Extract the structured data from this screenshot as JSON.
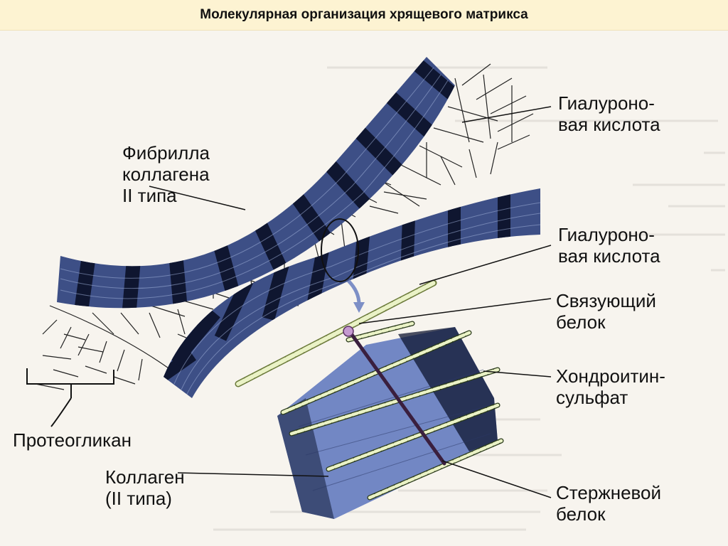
{
  "title": "Молекулярная организация хрящевого матрикса",
  "colors": {
    "fibril_fill": "#3d4f86",
    "fibril_band": "#0f1630",
    "chondroitin_beads": "#eaf2c6",
    "link_protein": "#c59ad0",
    "core_protein": "#3a1f3e",
    "background": "#f7f4ee"
  },
  "labels": {
    "hyaluronic_top": [
      "Гиалуроно-",
      "вая кислота"
    ],
    "fibril": [
      "Фибрилла",
      "коллагена",
      "II типа"
    ],
    "hyaluronic_mid": [
      "Гиалуроно-",
      "вая кислота"
    ],
    "link_protein": [
      "Связующий",
      "белок"
    ],
    "chondroitin": [
      "Хондроитин-",
      "сульфат"
    ],
    "proteoglycan": [
      "Протеогликан"
    ],
    "collagen": [
      "Коллаген",
      "(II типа)"
    ],
    "core_protein": [
      "Стержневой",
      "белок"
    ]
  }
}
